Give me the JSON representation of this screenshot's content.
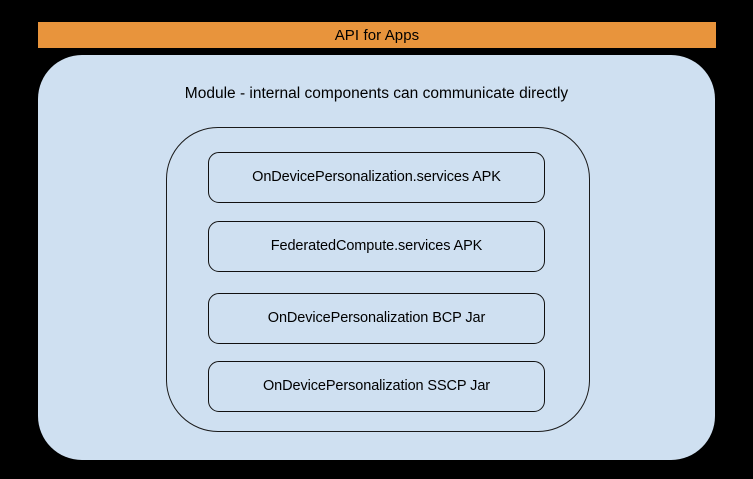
{
  "diagram": {
    "title": "API for Apps",
    "colors": {
      "background": "#000000",
      "api_bar": "#E8943C",
      "module_panel": "#CFE0F1",
      "box_fill": "#CFE0F1",
      "outline": "#111111",
      "text": "#000000"
    },
    "api_bar": {
      "label": "API for Apps"
    },
    "module": {
      "label": "Module - internal components can communicate directly"
    },
    "components": [
      {
        "label": "OnDevicePersonalization.services APK"
      },
      {
        "label": "FederatedCompute.services APK"
      },
      {
        "label": "OnDevicePersonalization BCP Jar"
      },
      {
        "label": "OnDevicePersonalization SSCP Jar"
      }
    ]
  }
}
